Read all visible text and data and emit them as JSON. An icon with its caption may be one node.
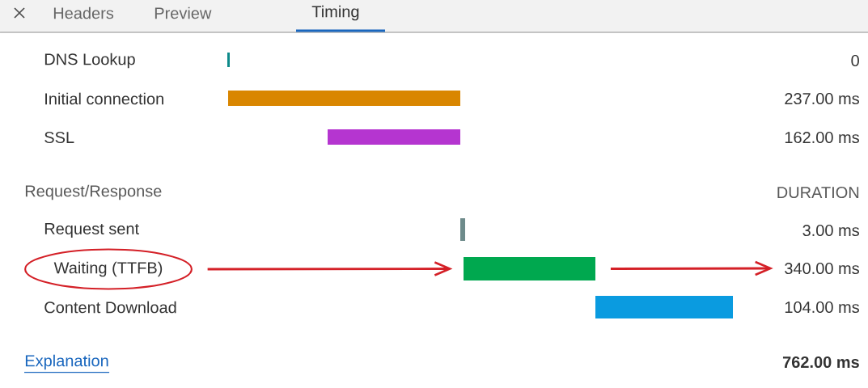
{
  "diagram": {
    "nodes": [
      {
        "text": [],
        "shape": "bar"
      },
      {
        "text": [],
        "shape": "bar"
      },
      {
        "text": [],
        "shape": "bar"
      },
      {
        "text": [],
        "shape": "bar"
      },
      {
        "text": [
          "Waiting (TTFB)"
        ]
      },
      {
        "text": [],
        "shape": "bar"
      },
      {
        "text": [
          "340.00 ms"
        ]
      },
      {
        "text": [],
        "shape": "bar"
      }
    ],
    "edges": [
      {
        "from": 4,
        "to": 5,
        "arrow": "to",
        "color": "#d42027"
      },
      {
        "from": 5,
        "to": 6,
        "arrow": "to",
        "color": "#d42027"
      }
    ],
    "labels": [
      "Headers",
      "Preview",
      "Timing",
      "DNS Lookup",
      "0",
      "Initial connection",
      "237.00 ms",
      "SSL",
      "162.00 ms",
      "Request/Response",
      "DURATION",
      "Request sent",
      "3.00 ms",
      "Content Download",
      "104.00 ms",
      "Explanation",
      "762.00 ms"
    ]
  }
}
